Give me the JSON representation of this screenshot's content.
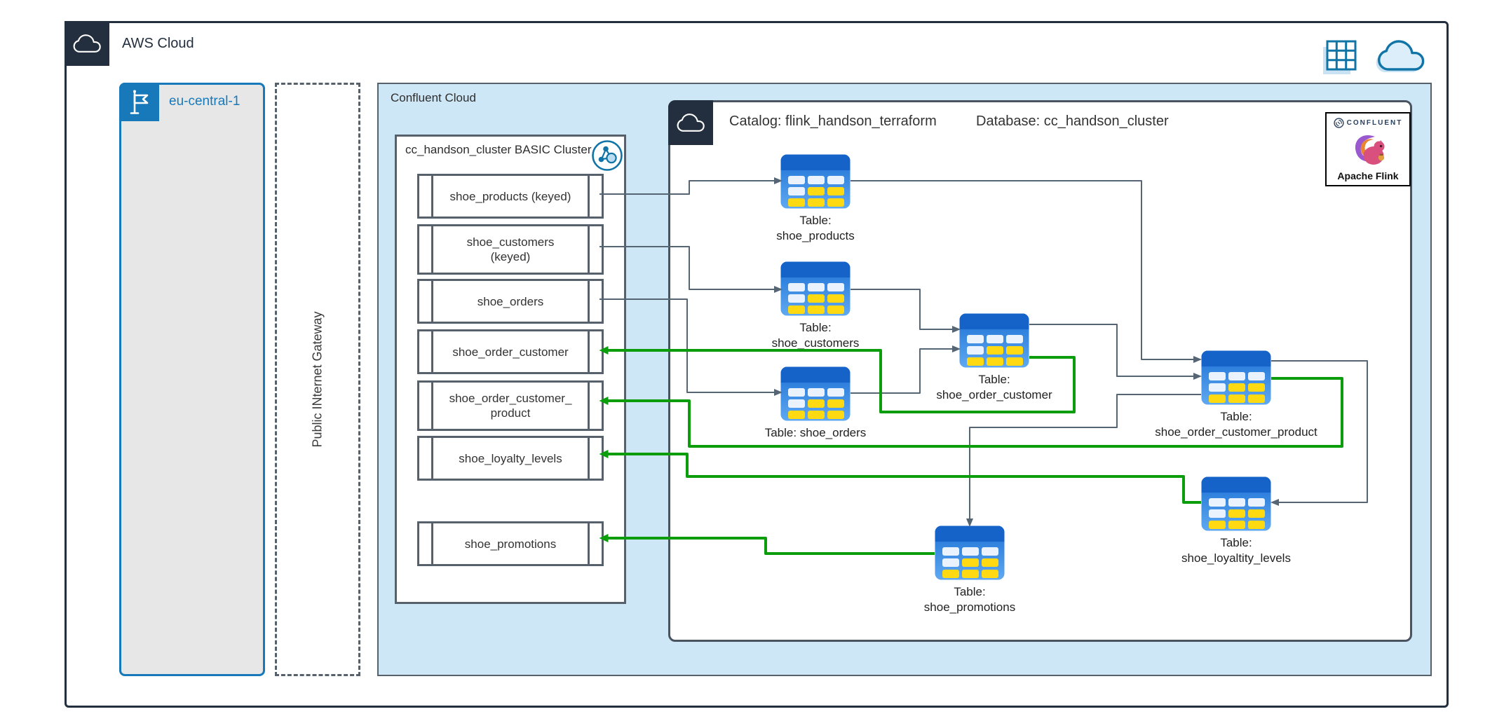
{
  "colors": {
    "dark_navy": "#232F3E",
    "accent_blue": "#1779BA",
    "icon_blue": "#1074A6",
    "light_blue_bg": "#CDE7F7",
    "region_gray": "#E7E7E7",
    "box_border": "#56616C",
    "edge_gray": "#566573",
    "edge_green": "#0C9D0C",
    "table_header_blue": "#1563C9",
    "table_body_blue": "#1A6FD4",
    "table_cell_white": "#EAF3FD",
    "table_cell_yellow": "#FFD911"
  },
  "aws": {
    "label": "AWS Cloud"
  },
  "region": {
    "label": "eu-central-1"
  },
  "gateway": {
    "label": "Public INternet Gateway"
  },
  "confluent_cloud": {
    "label": "Confluent Cloud"
  },
  "cluster": {
    "title": "cc_handson_cluster BASIC Cluster",
    "topics": [
      {
        "lines": [
          "shoe_products (keyed)"
        ]
      },
      {
        "lines": [
          "shoe_customers",
          "(keyed)"
        ]
      },
      {
        "lines": [
          "shoe_orders"
        ]
      },
      {
        "lines": [
          "shoe_order_customer"
        ]
      },
      {
        "lines": [
          "shoe_order_customer_",
          "product"
        ]
      },
      {
        "lines": [
          "shoe_loyalty_levels"
        ]
      },
      {
        "lines": [
          "shoe_promotions"
        ]
      }
    ]
  },
  "catalog": {
    "catalog_label": "Catalog: flink_handson_terraform",
    "database_label": "Database: cc_handson_cluster",
    "tables": [
      {
        "lines": [
          "Table:",
          "shoe_products"
        ]
      },
      {
        "lines": [
          "Table:",
          "shoe_customers"
        ]
      },
      {
        "lines": [
          "Table: shoe_orders"
        ]
      },
      {
        "lines": [
          "Table:",
          "shoe_order_customer"
        ]
      },
      {
        "lines": [
          "Table:",
          "shoe_order_customer_product"
        ]
      },
      {
        "lines": [
          "Table:",
          "shoe_loyaltity_levels"
        ]
      },
      {
        "lines": [
          "Table:",
          "shoe_promotions"
        ]
      }
    ]
  },
  "logo": {
    "brand": "CONFLUENT",
    "product": "Apache Flink"
  },
  "edges": [
    {
      "from": "topic shoe_products (keyed)",
      "to": "table shoe_products",
      "color": "gray"
    },
    {
      "from": "topic shoe_customers (keyed)",
      "to": "table shoe_customers",
      "color": "gray"
    },
    {
      "from": "topic shoe_orders",
      "to": "table shoe_orders",
      "color": "gray"
    },
    {
      "from": "table shoe_customers",
      "to": "table shoe_order_customer",
      "color": "gray"
    },
    {
      "from": "table shoe_orders",
      "to": "table shoe_order_customer",
      "color": "gray"
    },
    {
      "from": "table shoe_products",
      "to": "table shoe_order_customer_product",
      "color": "gray"
    },
    {
      "from": "table shoe_order_customer",
      "to": "table shoe_order_customer_product",
      "color": "gray"
    },
    {
      "from": "table shoe_order_customer_product",
      "to": "table shoe_loyaltity_levels",
      "color": "gray"
    },
    {
      "from": "table shoe_order_customer_product",
      "to": "table shoe_promotions",
      "color": "gray"
    },
    {
      "from": "table shoe_order_customer",
      "to": "topic shoe_order_customer",
      "color": "green"
    },
    {
      "from": "table shoe_order_customer_product",
      "to": "topic shoe_order_customer_product",
      "color": "green"
    },
    {
      "from": "table shoe_loyaltity_levels",
      "to": "topic shoe_loyalty_levels",
      "color": "green"
    },
    {
      "from": "table shoe_promotions",
      "to": "topic shoe_promotions",
      "color": "green"
    }
  ]
}
